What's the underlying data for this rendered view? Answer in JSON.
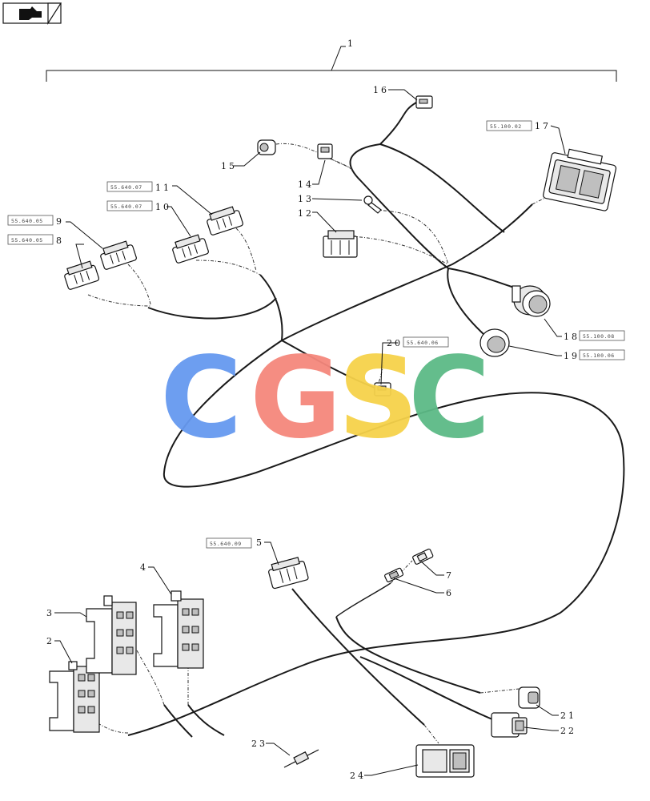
{
  "nav_icon": "hand-pointing-icon",
  "assembly_callout": "1",
  "watermark": {
    "letters": [
      {
        "char": "C",
        "color": "#6699f0"
      },
      {
        "char": "G",
        "color": "#f5877c"
      },
      {
        "char": "S",
        "color": "#f6d24a"
      },
      {
        "char": "C",
        "color": "#5cba86"
      }
    ]
  },
  "callouts": {
    "c2": "2",
    "c3": "3",
    "c4": "4",
    "c5": "5",
    "c6": "6",
    "c7": "7",
    "c8": "8",
    "c9": "9",
    "c10": "10",
    "c11": "11",
    "c12": "12",
    "c13": "13",
    "c14": "14",
    "c15": "15",
    "c16": "16",
    "c17": "17",
    "c18": "18",
    "c19": "19",
    "c20": "20",
    "c21": "21",
    "c22": "22",
    "c23": "23",
    "c24": "24"
  },
  "refs": {
    "r5": "55.640.09",
    "r8": "55.640.05",
    "r9": "55.640.05",
    "r10": "55.640.07",
    "r11": "55.640.07",
    "r17": "55.100.02",
    "r18": "55.100.08",
    "r19": "55.100.06",
    "r20": "55.640.06"
  }
}
